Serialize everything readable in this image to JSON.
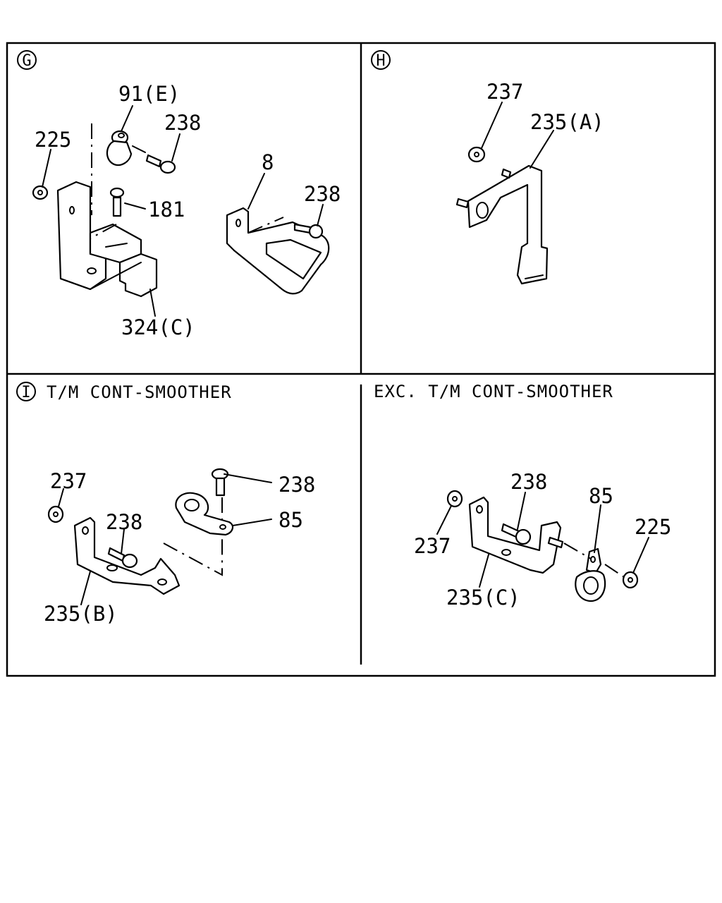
{
  "panels": {
    "g": {
      "marker": "G",
      "labels": {
        "p91e": "91(E)",
        "p238a": "238",
        "p225": "225",
        "p181": "181",
        "p8": "8",
        "p238b": "238",
        "p324c": "324(C)"
      }
    },
    "h": {
      "marker": "H",
      "labels": {
        "p237": "237",
        "p235a": "235(A)"
      }
    },
    "i": {
      "marker": "I",
      "heading": "T/M CONT-SMOOTHER",
      "labels": {
        "p237": "237",
        "p238a": "238",
        "p238b": "238",
        "p85": "85",
        "p235b": "235(B)"
      }
    },
    "exc": {
      "heading": "EXC. T/M CONT-SMOOTHER",
      "labels": {
        "p238": "238",
        "p85": "85",
        "p225": "225",
        "p237": "237",
        "p235c": "235(C)"
      }
    }
  }
}
